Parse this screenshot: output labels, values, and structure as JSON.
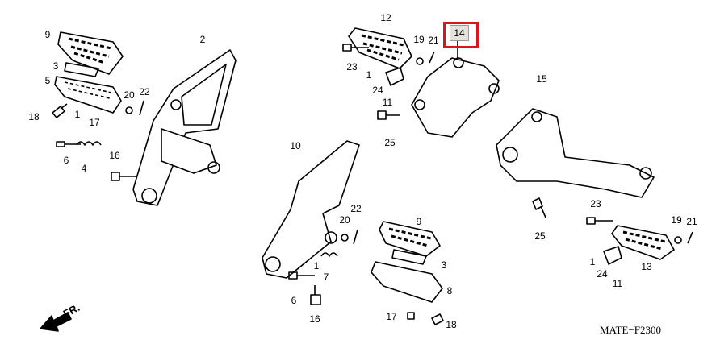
{
  "diagram": {
    "highlighted_part": "14",
    "code": "MATE−F2300",
    "direction_label": "FR.",
    "callouts": [
      "9",
      "2",
      "3",
      "5",
      "20",
      "22",
      "18",
      "1",
      "17",
      "6",
      "4",
      "16",
      "12",
      "19",
      "21",
      "23",
      "1",
      "24",
      "11",
      "25",
      "15",
      "10",
      "22",
      "20",
      "9",
      "3",
      "1",
      "7",
      "8",
      "6",
      "16",
      "17",
      "18",
      "23",
      "25",
      "19",
      "21",
      "1",
      "13",
      "24",
      "11"
    ]
  }
}
